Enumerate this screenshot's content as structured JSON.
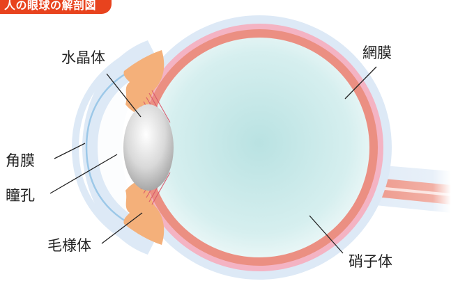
{
  "title": "人の眼球の解剖図",
  "labels": {
    "lens": "水晶体",
    "retina": "網膜",
    "cornea": "角膜",
    "pupil": "瞳孔",
    "ciliary_body": "毛様体",
    "vitreous_body": "硝子体"
  },
  "colors": {
    "title_tab": "#e8431e",
    "sclera_outer": "#dde9f6",
    "choroid": "#f4b3c3",
    "retina": "#eb8f82",
    "vitreous": "#c3e6e6",
    "ciliary": "#f4b07a",
    "lens": "#d5d5d5",
    "cornea_edge": "#9cc8e8"
  }
}
